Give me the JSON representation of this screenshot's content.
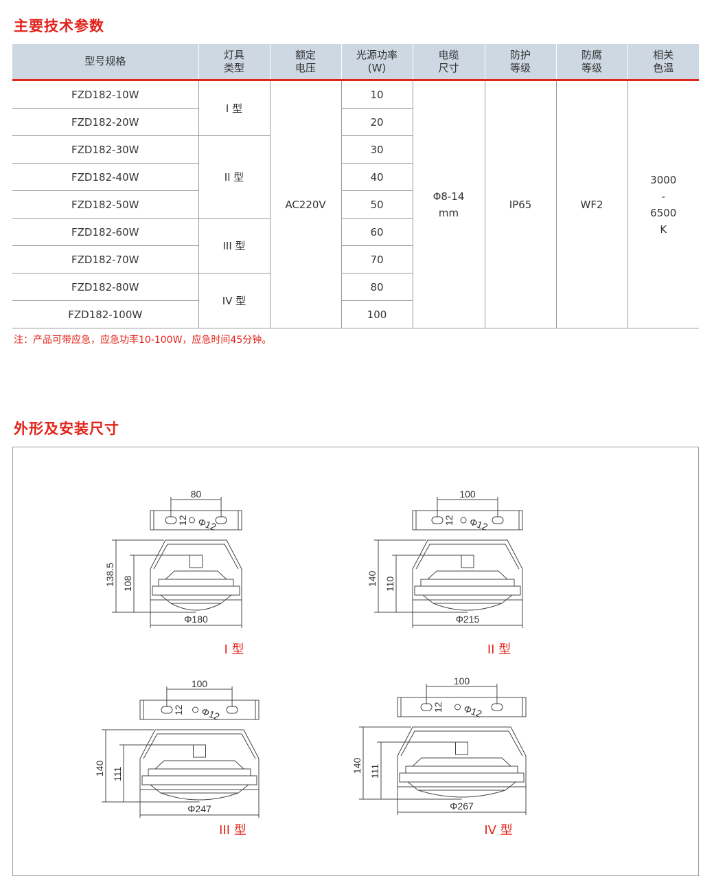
{
  "section1_title": "主要技术参数",
  "table": {
    "headers": [
      "型号规格",
      "灯具\n类型",
      "额定\n电压",
      "光源功率\n(W)",
      "电缆\n尺寸",
      "防护\n等级",
      "防腐\n等级",
      "相关\n色温"
    ],
    "models": [
      "FZD182-10W",
      "FZD182-20W",
      "FZD182-30W",
      "FZD182-40W",
      "FZD182-50W",
      "FZD182-60W",
      "FZD182-70W",
      "FZD182-80W",
      "FZD182-100W"
    ],
    "types": [
      "I 型",
      "II 型",
      "III 型",
      "IV 型"
    ],
    "voltage": "AC220V",
    "power": [
      "10",
      "20",
      "30",
      "40",
      "50",
      "60",
      "70",
      "80",
      "100"
    ],
    "cable": "Φ8-14\nmm",
    "protection": "IP65",
    "anticorrosion": "WF2",
    "color_temp": "3000\n-\n6500\nK"
  },
  "note": "注：产品可带应急，应急功率10-100W，应急时间45分钟。",
  "section2_title": "外形及安装尺寸",
  "drawings": [
    {
      "caption": "I 型",
      "spacing": "80",
      "slot": "12",
      "hole": "Φ12",
      "h_total": "138.5",
      "h_body": "108",
      "diameter": "Φ180"
    },
    {
      "caption": "II 型",
      "spacing": "100",
      "slot": "12",
      "hole": "Φ12",
      "h_total": "140",
      "h_body": "110",
      "diameter": "Φ215"
    },
    {
      "caption": "III 型",
      "spacing": "100",
      "slot": "12",
      "hole": "Φ12",
      "h_total": "140",
      "h_body": "111",
      "diameter": "Φ247"
    },
    {
      "caption": "IV 型",
      "spacing": "100",
      "slot": "12",
      "hole": "Φ12",
      "h_total": "140",
      "h_body": "111",
      "diameter": "Φ267"
    }
  ]
}
